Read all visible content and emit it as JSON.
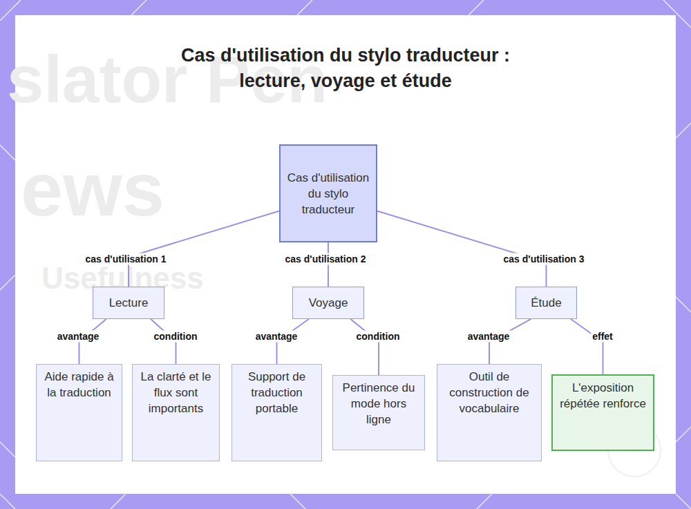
{
  "diagram": {
    "title": "Cas d'utilisation du stylo traducteur : lecture, voyage et étude",
    "nodes": [
      {
        "text": [
          "Cas d'utilisation du stylo traducteur"
        ]
      },
      {
        "text": [
          "Lecture"
        ]
      },
      {
        "text": [
          "Voyage"
        ]
      },
      {
        "text": [
          "Étude"
        ]
      },
      {
        "text": [
          "Aide rapide à la traduction"
        ]
      },
      {
        "text": [
          "La clarté et le flux sont importants"
        ]
      },
      {
        "text": [
          "Support de traduction portable"
        ]
      },
      {
        "text": [
          "Pertinence du mode hors ligne"
        ]
      },
      {
        "text": [
          "Outil de construction de vocabulaire"
        ]
      },
      {
        "text": [
          "L'exposition répétée renforce"
        ]
      }
    ],
    "edges": [
      {
        "from": 0,
        "to": 1,
        "label": "cas d'utilisation 1",
        "arrow": "none"
      },
      {
        "from": 0,
        "to": 2,
        "label": "cas d'utilisation 2",
        "arrow": "none"
      },
      {
        "from": 0,
        "to": 3,
        "label": "cas d'utilisation 3",
        "arrow": "none"
      },
      {
        "from": 1,
        "to": 4,
        "label": "avantage",
        "arrow": "none"
      },
      {
        "from": 1,
        "to": 5,
        "label": "condition",
        "arrow": "none"
      },
      {
        "from": 2,
        "to": 6,
        "label": "avantage",
        "arrow": "none"
      },
      {
        "from": 2,
        "to": 7,
        "label": "condition",
        "arrow": "none"
      },
      {
        "from": 3,
        "to": 8,
        "label": "avantage",
        "arrow": "none"
      },
      {
        "from": 3,
        "to": 9,
        "label": "effet",
        "arrow": "none"
      }
    ],
    "labels": [
      "slator Pen",
      "ews",
      "Usefulness"
    ]
  }
}
